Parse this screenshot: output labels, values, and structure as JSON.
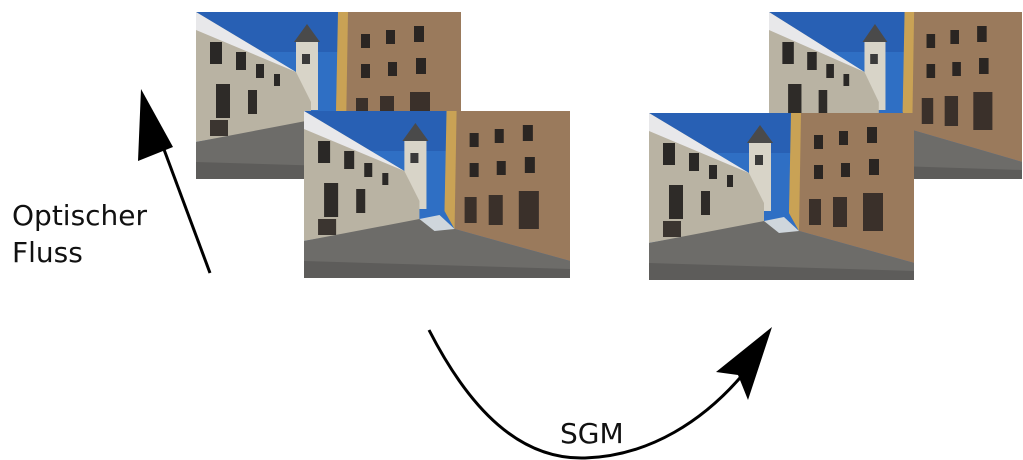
{
  "labels": {
    "optical_flow": "Optischer\nFluss",
    "sgm": "SGM"
  },
  "images": {
    "left_group": [
      {
        "name": "street-photo-left-back"
      },
      {
        "name": "street-photo-left-front"
      }
    ],
    "right_group": [
      {
        "name": "street-photo-right-back"
      },
      {
        "name": "street-photo-right-front"
      }
    ]
  },
  "colors": {
    "sky": "#2f6fc4",
    "building_left": "#b9b3a3",
    "building_right": "#9a7a5c",
    "road": "#6d6c69",
    "arrow": "#000000"
  }
}
